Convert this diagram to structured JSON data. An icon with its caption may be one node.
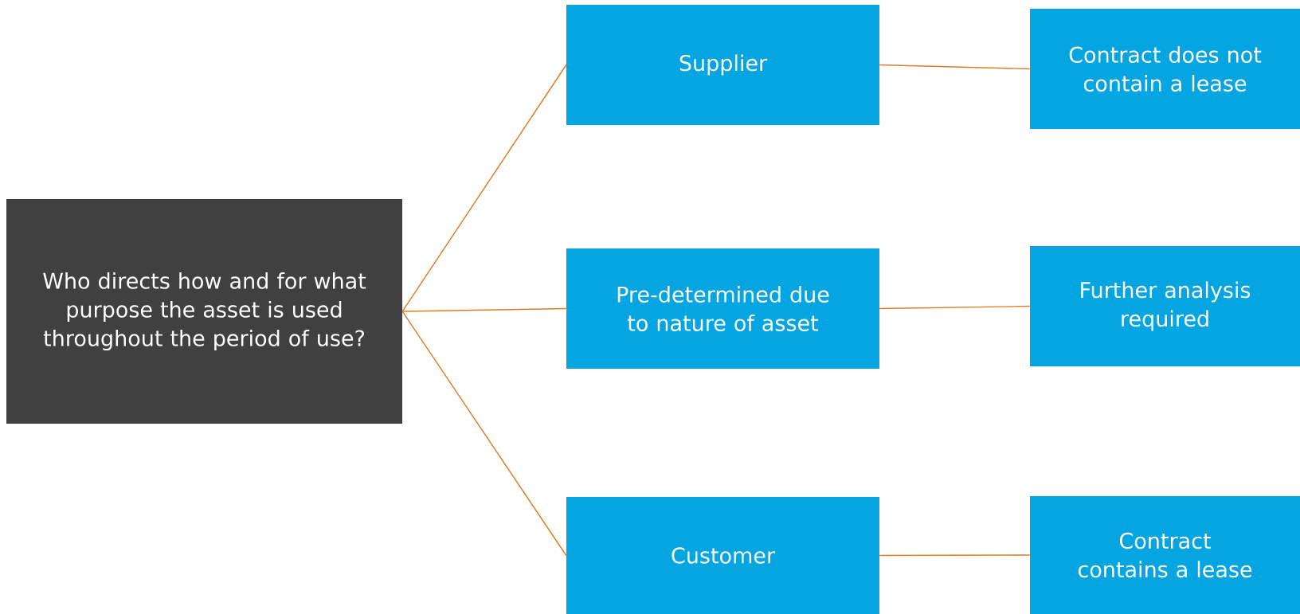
{
  "diagram": {
    "nodes": [
      {
        "text": [
          "Who directs how and for what purpose the asset is used throughout the period of use?"
        ]
      },
      {
        "text": [
          "Supplier"
        ]
      },
      {
        "text": [
          "Pre-determined due to nature of asset"
        ]
      },
      {
        "text": [
          "Customer"
        ]
      },
      {
        "text": [
          "Contract does not contain a lease"
        ]
      },
      {
        "text": [
          "Further analysis required"
        ]
      },
      {
        "text": [
          "Contract contains a lease"
        ]
      }
    ],
    "edges": [
      {
        "from": 0,
        "to": 1,
        "arrow": "none"
      },
      {
        "from": 0,
        "to": 2,
        "arrow": "none"
      },
      {
        "from": 0,
        "to": 3,
        "arrow": "none"
      },
      {
        "from": 1,
        "to": 4,
        "arrow": "none"
      },
      {
        "from": 2,
        "to": 5,
        "arrow": "none"
      },
      {
        "from": 3,
        "to": 6,
        "arrow": "none"
      }
    ]
  }
}
